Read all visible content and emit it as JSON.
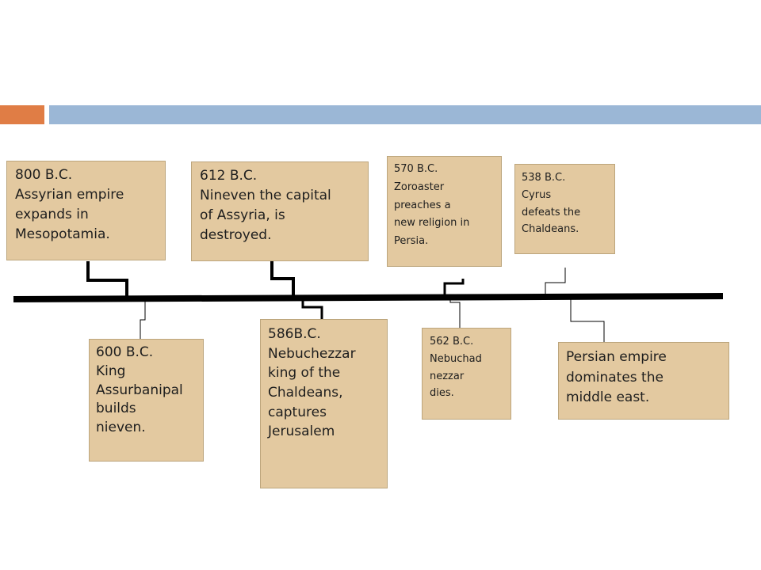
{
  "events": [
    {
      "id": "800bc",
      "text": "800 B.C.\nAssyrian empire\nexpands in\nMesopotamia."
    },
    {
      "id": "600bc",
      "text": "600 B.C.\nKing\nAssurbanipal\nbuilds\nnieven."
    },
    {
      "id": "612bc",
      "text": "612 B.C.\nNineven the capital\nof Assyria, is\ndestroyed."
    },
    {
      "id": "586bc",
      "text": "586B.C.\nNebuchezzar\nking of the\nChaldeans,\ncaptures\nJerusalem"
    },
    {
      "id": "570bc",
      "text": "570 B.C.\nZoroaster\npreaches a\nnew religion in\nPersia."
    },
    {
      "id": "562bc",
      "text": "562 B.C.\nNebuchad\nnezzar\ndies."
    },
    {
      "id": "538bc",
      "text": "538 B.C.\nCyrus\ndefeats the\nChaldeans."
    },
    {
      "id": "persian",
      "text": "Persian empire\ndominates the\nmiddle east."
    }
  ],
  "colors": {
    "box_fill": "#e3c9a0",
    "accent_orange": "#e07d45",
    "accent_blue": "#9bb7d6",
    "line": "#000000"
  }
}
